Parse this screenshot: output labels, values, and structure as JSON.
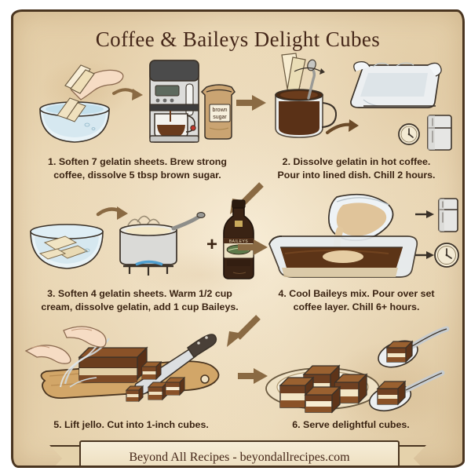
{
  "card": {
    "title": "Coffee & Baileys Delight Cubes",
    "title_color": "#46281a",
    "parchment_color": "#f1e2c4",
    "border_color": "#4a3520",
    "accent_color": "#8a6a43"
  },
  "steps": [
    {
      "number": "1",
      "text": "1. Soften 7 gelatin sheets. Brew strong\ncoffee, dissolve 5 tbsp brown sugar.",
      "illustration": "hand-dipping-gelatin-bowl-coffee-maker-brown-sugar"
    },
    {
      "number": "2",
      "text": "2. Dissolve gelatin in hot coffee.\nPour into lined dish. Chill 2 hours.",
      "illustration": "coffee-mug-gelatin-lined-dish-clock-fridge"
    },
    {
      "number": "3",
      "text": "3. Soften 4 gelatin sheets. Warm 1/2 cup\ncream, dissolve gelatin, add 1 cup Baileys.",
      "illustration": "gelatin-bowl-saucepan-cream-baileys-bottle"
    },
    {
      "number": "4",
      "text": "4. Cool Baileys mix. Pour over set\ncoffee layer. Chill 6+ hours.",
      "illustration": "pouring-cream-over-coffee-layer-fridge-clock"
    },
    {
      "number": "5",
      "text": "5. Lift jello. Cut into 1-inch cubes.",
      "illustration": "hands-lifting-jello-cutting-board-knife-cubes"
    },
    {
      "number": "6",
      "text": "6. Serve delightful cubes.",
      "illustration": "plate-of-layered-cubes-with-spoons"
    }
  ],
  "labels": {
    "brown_sugar_bag": "brown\nsugar",
    "baileys_bottle": "BAILEYS",
    "plus_sign": "+"
  },
  "footer": {
    "text": "Beyond All Recipes - beyondallrecipes.com"
  }
}
